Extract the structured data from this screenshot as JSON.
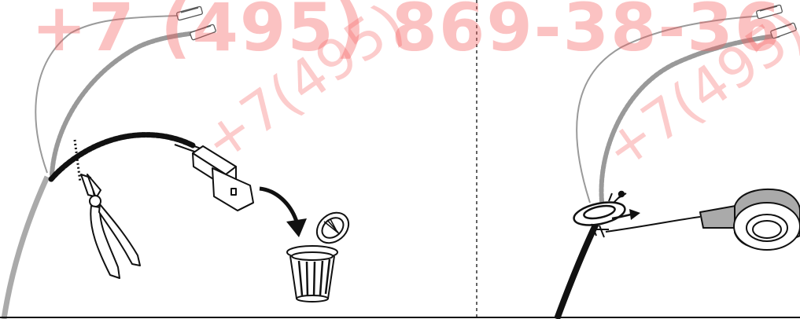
{
  "watermark": {
    "phone_banner": "+7 (495) 869-38-36",
    "diagonal_text_left": "+7(495)",
    "diagonal_text_right": "+7(495)"
  },
  "colors": {
    "line": "#111111",
    "grey_wire": "#9a9a9a",
    "cable_grey": "#aaaaaa",
    "watermark": "#f55f5f"
  },
  "panels": [
    {
      "name": "left",
      "icons": [
        "wire-terminals-icon",
        "wire-cutters-icon",
        "connector-plug-icon",
        "curved-arrow-icon",
        "trash-bin-icon"
      ]
    },
    {
      "name": "right",
      "icons": [
        "wire-terminals-icon",
        "grommet-icon",
        "arrow-icon",
        "tape-roll-icon"
      ]
    }
  ]
}
